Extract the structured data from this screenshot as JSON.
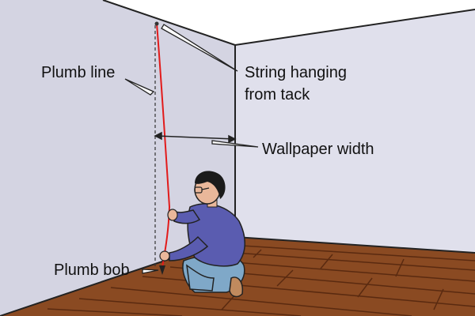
{
  "labels": {
    "plumb_line": "Plumb line",
    "string_line1": "String hanging",
    "string_line2": "from tack",
    "wallpaper_width": "Wallpaper width",
    "plumb_bob": "Plumb bob"
  },
  "colors": {
    "wall_left": "#d4d4e2",
    "wall_right": "#e0e0ec",
    "ceiling": "#ffffff",
    "floor": "#8a4a22",
    "floor_boards": "#5a2a10",
    "string": "#e21b1b",
    "shirt": "#5a5cb0",
    "jeans": "#7fa8c8",
    "skin": "#e9b79a",
    "hair": "#1a1a1a"
  }
}
